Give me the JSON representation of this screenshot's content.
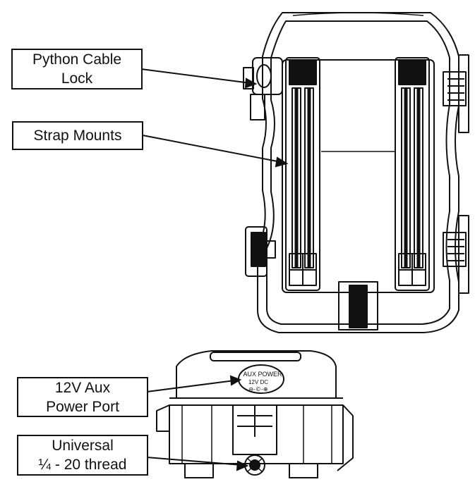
{
  "callouts": {
    "python_cable_lock": {
      "line1": "Python Cable",
      "line2": "Lock"
    },
    "strap_mounts": {
      "line1": "Strap Mounts"
    },
    "aux_power_port": {
      "line1": "12V Aux",
      "line2": "Power Port"
    },
    "universal_thread": {
      "line1": "Universal",
      "line2": "¼ - 20 thread"
    }
  },
  "device_markings": {
    "aux_power": "AUX POWER",
    "dc_rating": "12V DC",
    "polarity_symbol": "⊖-©-⊕"
  },
  "colors": {
    "line": "#111111",
    "background": "#ffffff"
  }
}
